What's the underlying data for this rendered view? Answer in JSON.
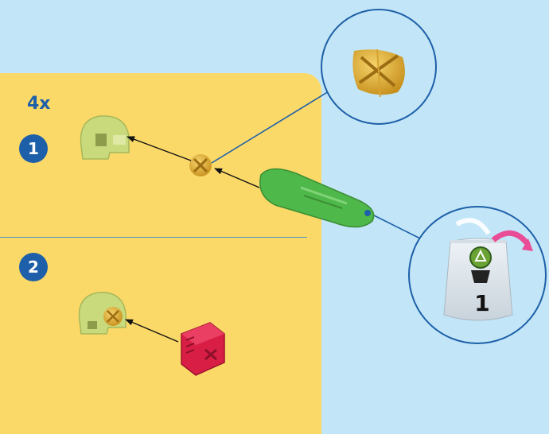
{
  "quantity": "4x",
  "steps": [
    {
      "number": "1"
    },
    {
      "number": "2"
    }
  ],
  "bag_label": "1",
  "colors": {
    "background": "#c2e6f7",
    "step_panel": "#fbd968",
    "step_badge": "#1d5fa8",
    "accent_line": "#1d5fa8",
    "green_tool": "#4fb84a",
    "yellow_connector": "#e7b536",
    "light_green_hub": "#c9da7c",
    "red_block": "#d81e45",
    "arrow_pink": "#e94d97"
  },
  "icons": [
    "lime-hub-icon",
    "yellow-x-connector-icon",
    "green-separator-tool-icon",
    "red-x-block-icon",
    "parts-bag-icon"
  ]
}
